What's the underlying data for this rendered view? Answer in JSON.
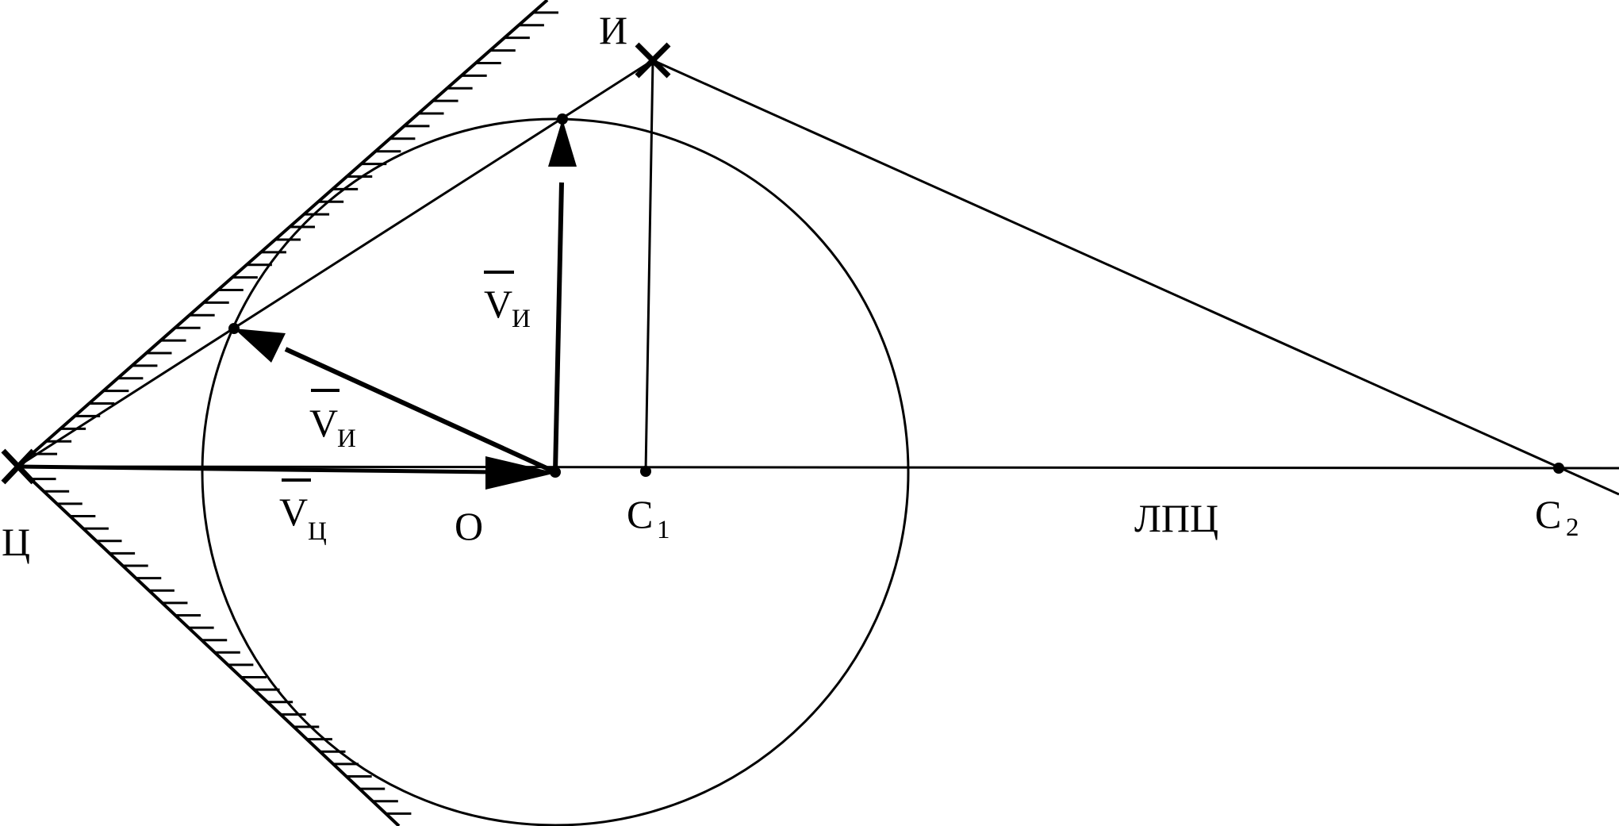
{
  "labels": {
    "center": "Ц",
    "source": "И",
    "origin": "О",
    "c1": "C",
    "c1_sub": "1",
    "c2": "C",
    "c2_sub": "2",
    "line": "ЛПЦ",
    "v_letter": "V",
    "sub_i": "И",
    "sub_ts": "Ц"
  },
  "colors": {
    "ink": "#000000",
    "background": "#ffffff"
  }
}
